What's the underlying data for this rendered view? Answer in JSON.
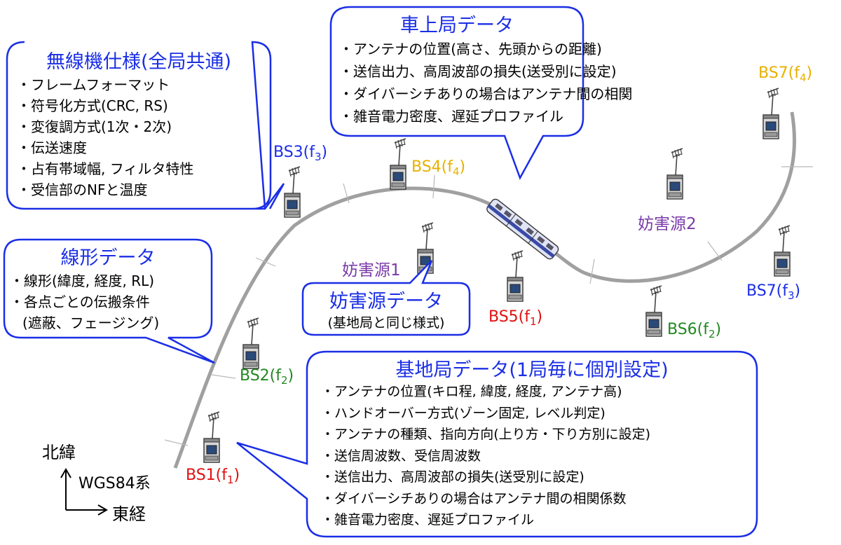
{
  "spec_box": {
    "title": "無線機仕様(全局共通)",
    "items": [
      "・フレームフォーマット",
      "・符号化方式(CRC, RS)",
      "・変復調方式(1次・2次)",
      "・伝送速度",
      "・占有帯域幅, フィルタ特性",
      "・受信部のNFと温度"
    ]
  },
  "vehicle_box": {
    "title": "車上局データ",
    "items": [
      "・アンテナの位置(高さ、先頭からの距離)",
      "・送信出力、高周波部の損失(送受別に設定)",
      "・ダイバーシチありの場合はアンテナ間の相関",
      "・雑音電力密度、遅延プロファイル"
    ]
  },
  "route_box": {
    "title": "線形データ",
    "items": [
      "・線形(緯度, 経度, RL)",
      "・各点ごとの伝搬条件",
      "(遮蔽、フェージング)"
    ]
  },
  "interferer_box": {
    "title": "妨害源データ",
    "subtitle": "(基地局と同じ様式)"
  },
  "base_box": {
    "title": "基地局データ(1局毎に個別設定)",
    "items": [
      "・アンテナの位置(キロ程, 緯度, 経度, アンテナ高)",
      "・ハンドオーバー方式(ゾーン固定, レベル判定)",
      "・アンテナの種類、指向方向(上り方・下り方別に設定)",
      "・送信周波数、受信周波数",
      "・送信出力、高周波部の損失(送受別に設定)",
      "・ダイバーシチありの場合はアンテナ間の相関係数",
      "・雑音電力密度、遅延プロファイル"
    ]
  },
  "stations": {
    "bs1": {
      "name": "BS1",
      "freq": "1",
      "color": "#e01010"
    },
    "bs2": {
      "name": "BS2",
      "freq": "2",
      "color": "#228822"
    },
    "bs3": {
      "name": "BS3",
      "freq": "3",
      "color": "#1a2ee6"
    },
    "bs4": {
      "name": "BS4",
      "freq": "4",
      "color": "#e8b000"
    },
    "bs5": {
      "name": "BS5",
      "freq": "1",
      "color": "#e01010"
    },
    "bs6": {
      "name": "BS6",
      "freq": "2",
      "color": "#228822"
    },
    "bs7a": {
      "name": "BS7",
      "freq": "4",
      "color": "#e8b000"
    },
    "bs7b": {
      "name": "BS7",
      "freq": "3",
      "color": "#1a2ee6"
    }
  },
  "interferers": {
    "i1": "妨害源1",
    "i2": "妨害源2"
  },
  "compass": {
    "north": "北緯",
    "east": "東経",
    "system": "WGS84系"
  },
  "colors": {
    "callout_border": "#1a2ee6",
    "title_text": "#1a2ee6",
    "route_line": "#a0a0a0",
    "interferer_text": "#7a3aa8"
  }
}
